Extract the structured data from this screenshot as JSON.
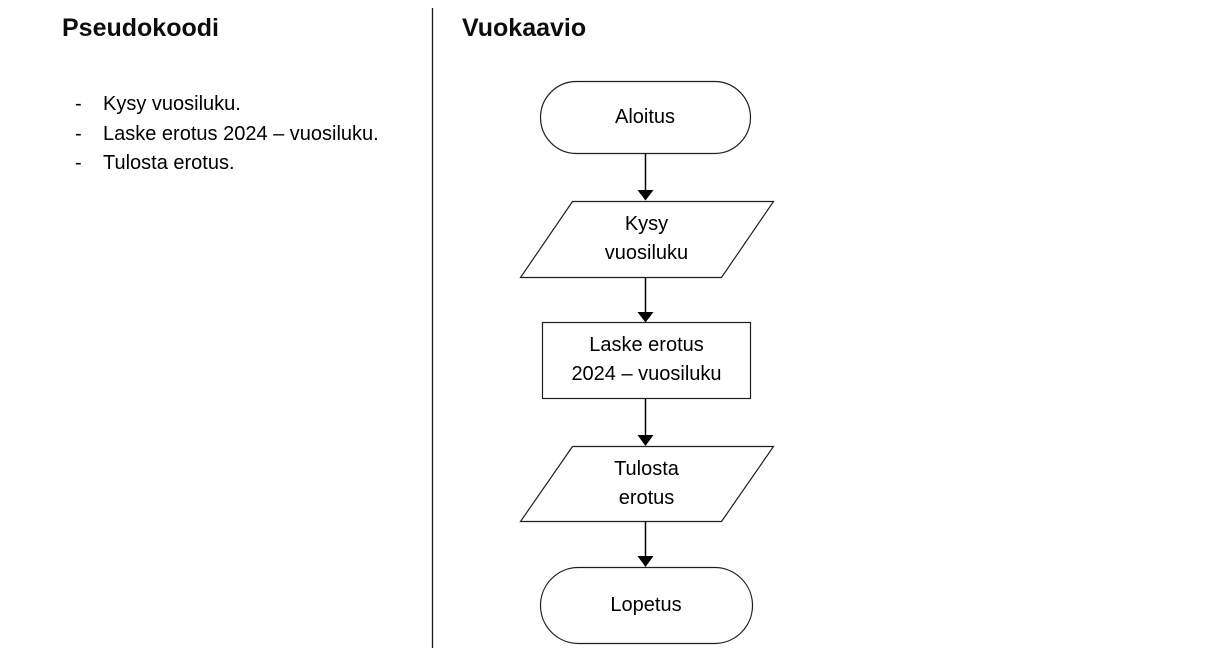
{
  "colors": {
    "background": "#ffffff",
    "text": "#000000",
    "shape_stroke": "#1f1f1f",
    "shape_fill": "#ffffff",
    "arrow": "#000000",
    "divider": "#1a1a1a"
  },
  "left_panel": {
    "title": "Pseudokoodi",
    "list": [
      {
        "marker": "-",
        "text": "Kysy vuosiluku."
      },
      {
        "marker": "-",
        "text": "Laske erotus 2024 – vuosiluku."
      },
      {
        "marker": "-",
        "text": "Tulosta erotus."
      }
    ]
  },
  "right_panel": {
    "title": "Vuokaavio",
    "flowchart": {
      "nodes": [
        {
          "shape": "terminator",
          "lines": [
            "Aloitus"
          ]
        },
        {
          "shape": "parallelogram",
          "lines": [
            "Kysy",
            "vuosiluku"
          ]
        },
        {
          "shape": "rectangle",
          "lines": [
            "Laske erotus",
            "2024 – vuosiluku"
          ]
        },
        {
          "shape": "parallelogram",
          "lines": [
            "Tulosta",
            "erotus"
          ]
        },
        {
          "shape": "terminator",
          "lines": [
            "Lopetus"
          ]
        }
      ]
    }
  }
}
